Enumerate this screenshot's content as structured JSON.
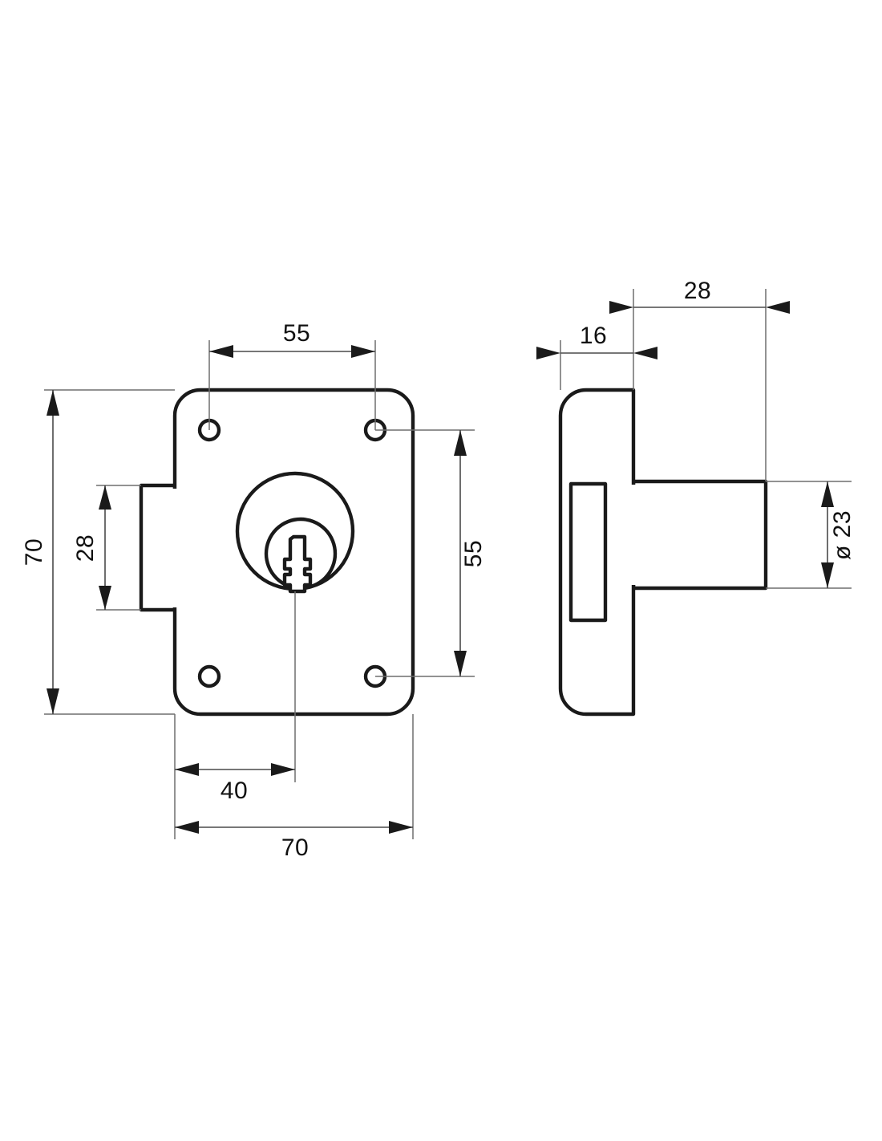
{
  "drawing": {
    "title": "Lock Cylinder Technical Drawing",
    "units": "mm",
    "line_color": "#1a1a1a",
    "extension_line_color": "#6e6e6e",
    "background": "#ffffff"
  },
  "views": {
    "front": {
      "name": "front-view",
      "description": "Front face of rim lock plate with keyhole and four mounting holes"
    },
    "side": {
      "name": "side-view",
      "description": "Side profile of lock showing backplate, slot and protruding cylinder"
    }
  },
  "dimensions": {
    "front_top_width": "55",
    "front_overall_height": "70",
    "front_tab_height": "28",
    "front_hole_span_height": "55",
    "front_keyhole_offset": "40",
    "front_overall_width": "70",
    "side_plate_thickness": "16",
    "side_total_depth": "28",
    "side_cylinder_diameter": "ø 23"
  },
  "labels": [
    {
      "id": "dim-55-top",
      "text": "55",
      "orientation": "horizontal"
    },
    {
      "id": "dim-70-left",
      "text": "70",
      "orientation": "vertical"
    },
    {
      "id": "dim-28-left",
      "text": "28",
      "orientation": "vertical"
    },
    {
      "id": "dim-55-right",
      "text": "55",
      "orientation": "vertical"
    },
    {
      "id": "dim-40-bottom",
      "text": "40",
      "orientation": "horizontal"
    },
    {
      "id": "dim-70-bottom",
      "text": "70",
      "orientation": "horizontal"
    },
    {
      "id": "dim-16-top",
      "text": "16",
      "orientation": "horizontal"
    },
    {
      "id": "dim-28-top",
      "text": "28",
      "orientation": "horizontal"
    },
    {
      "id": "dim-dia-23",
      "text": "ø 23",
      "orientation": "vertical"
    }
  ],
  "features": {
    "mounting_holes_count": 4,
    "keyhole": "keyway-profile",
    "outer_ring": "cylinder-escutcheon",
    "inner_ring": "cylinder-plug"
  }
}
